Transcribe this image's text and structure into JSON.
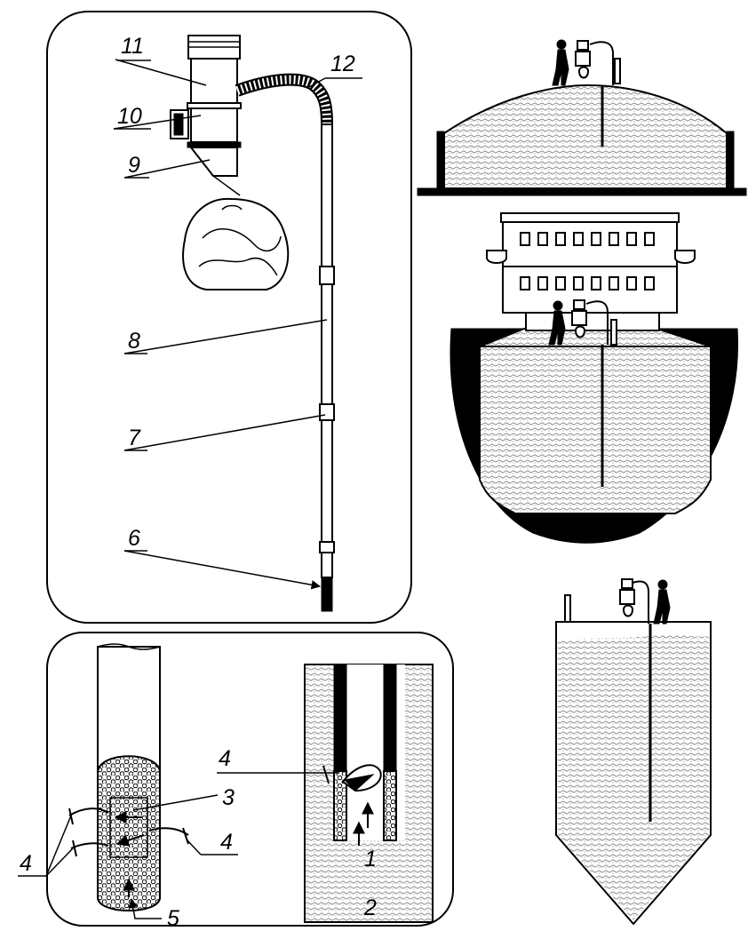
{
  "labels": {
    "l11": "11",
    "l12": "12",
    "l10": "10",
    "l9": "9",
    "l8": "8",
    "l7": "7",
    "l6": "6",
    "l4a": "4",
    "l3": "3",
    "l4b": "4",
    "l4c": "4",
    "l5": "5",
    "l1": "1",
    "l2": "2"
  },
  "colors": {
    "ink": "#000000",
    "paper": "#ffffff",
    "grain": "#b8b8b8"
  }
}
